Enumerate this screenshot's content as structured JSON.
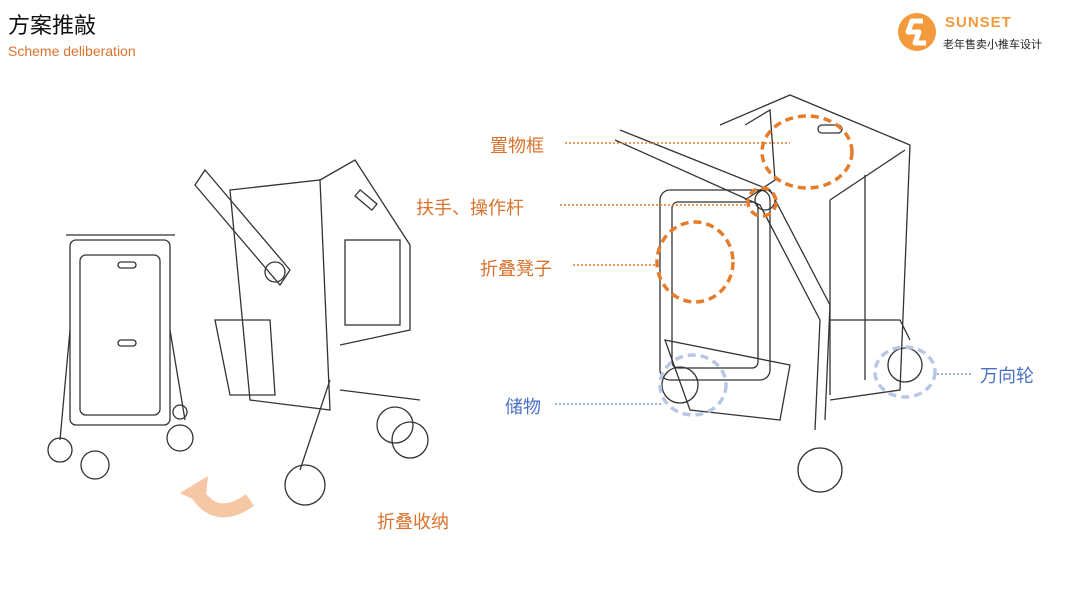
{
  "header": {
    "title": "方案推敲",
    "subtitle": "Scheme deliberation"
  },
  "logo": {
    "name": "SUNSET",
    "tagline": "老年售卖小推车设计"
  },
  "labels": {
    "basket": "置物框",
    "handle": "扶手、操作杆",
    "stool": "折叠凳子",
    "storage": "储物",
    "wheel": "万向轮",
    "fold": "折叠收纳"
  },
  "colors": {
    "accent": "#d9722c",
    "blue": "#4a72c4",
    "logo": "#f39a3c"
  }
}
